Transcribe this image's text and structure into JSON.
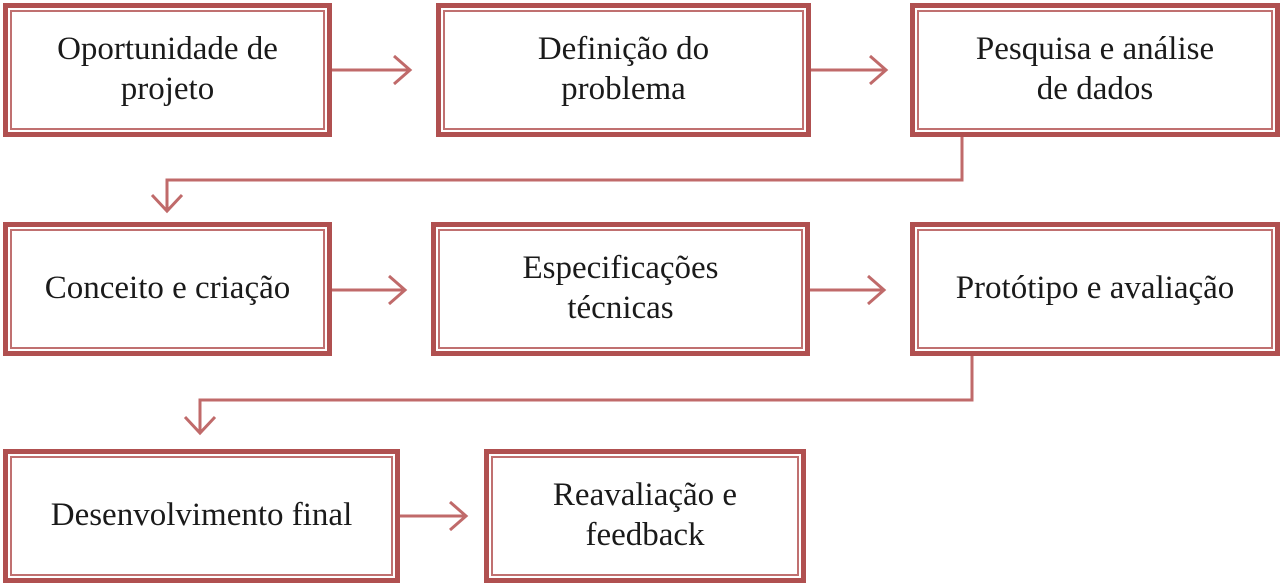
{
  "diagram": {
    "steps": [
      {
        "id": "oportunidade",
        "label": "Oportunidade de\nprojeto"
      },
      {
        "id": "definicao",
        "label": "Definição  do\nproblema"
      },
      {
        "id": "pesquisa",
        "label": "Pesquisa e análise\nde dados"
      },
      {
        "id": "conceito",
        "label": "Conceito e criação"
      },
      {
        "id": "especificacoes",
        "label": "Especificações\ntécnicas"
      },
      {
        "id": "prototipo",
        "label": "Protótipo e avaliação"
      },
      {
        "id": "desenvolvimento",
        "label": "Desenvolvimento  final"
      },
      {
        "id": "reavaliacao",
        "label": "Reavaliação  e\nfeedback"
      }
    ],
    "colors": {
      "box_border": "#b05050",
      "arrow": "#c06a6a",
      "text": "#1a1a1a"
    }
  }
}
